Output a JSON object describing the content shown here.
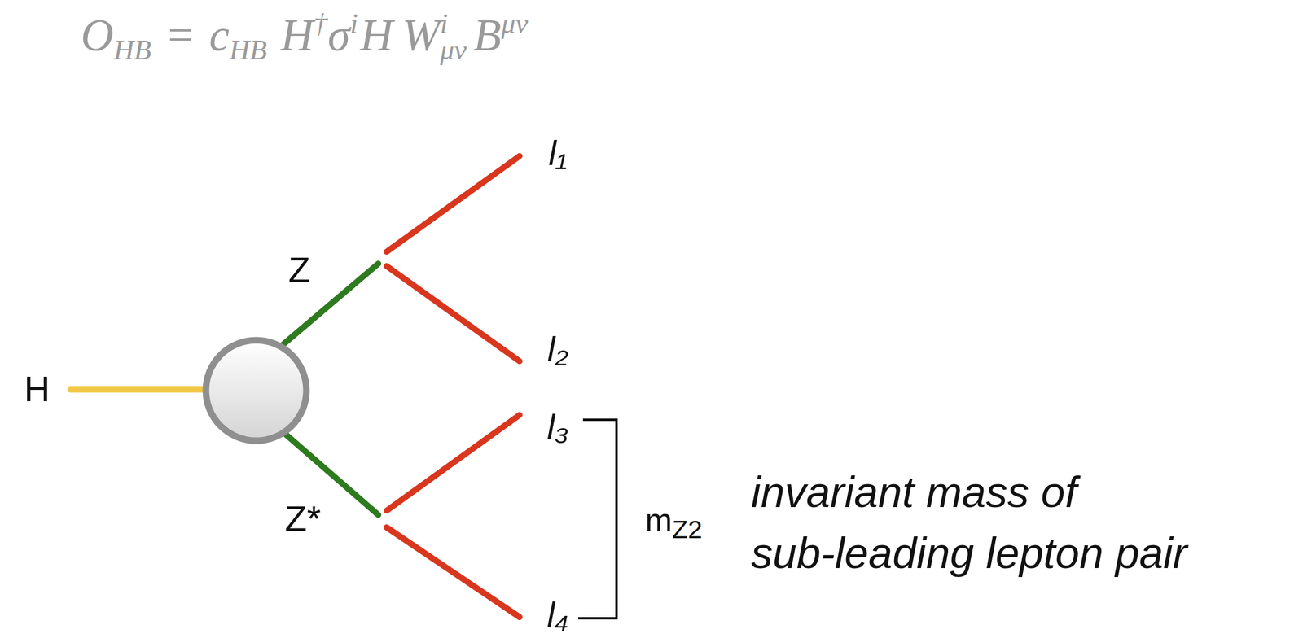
{
  "diagram": {
    "labels": [
      "O",
      "HB",
      "=",
      "c",
      "HB",
      "H",
      "†",
      "σ",
      "i",
      "H",
      "W",
      "i",
      "μν",
      "B",
      "μν",
      "H",
      "Z",
      "Z*",
      "l₁",
      "l₂",
      "l₃",
      "l₄",
      "m",
      "Z2",
      "invariant mass of sub-leading lepton pair"
    ]
  }
}
